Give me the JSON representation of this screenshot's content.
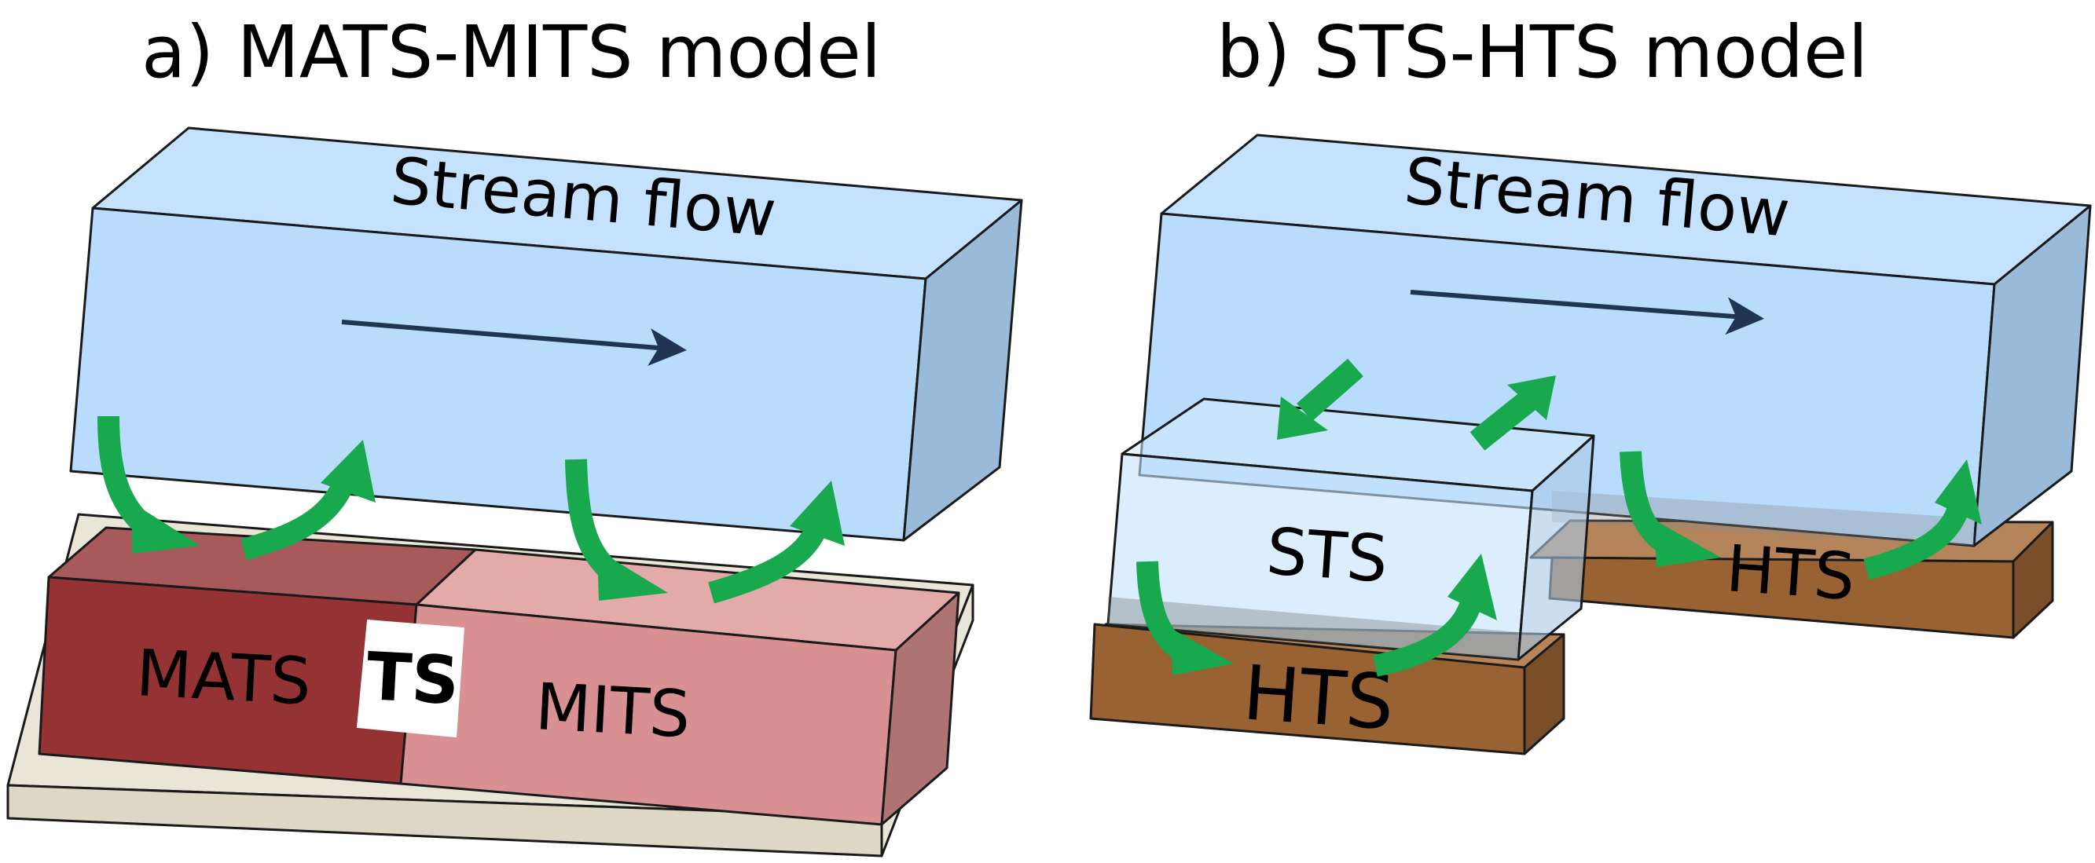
{
  "panel_a": {
    "title": "a) MATS-MITS model",
    "stream_label": "Stream flow",
    "mats_label": "MATS",
    "ts_label": "TS",
    "mits_label": "MITS"
  },
  "panel_b": {
    "title": "b) STS-HTS model",
    "stream_label": "Stream flow",
    "sts_label": "STS",
    "hts_front_label": "HTS",
    "hts_back_label": "HTS"
  },
  "colors": {
    "stream_front": "#b9dcfd",
    "stream_top": "#c4e2fd",
    "stream_side": "#99bbd9",
    "mats": "#943234",
    "mats_top": "#a85a5a",
    "mits": "#d99093",
    "mits_top": "#e3aaaa",
    "mits_side": "#ae7373",
    "tray": "#e9e5d7",
    "hts": "#996232",
    "hts_side": "#7a4e28",
    "hts_top": "#b5845a",
    "arrow_green": "#18a84e",
    "flow_arrow": "#1f3552"
  }
}
